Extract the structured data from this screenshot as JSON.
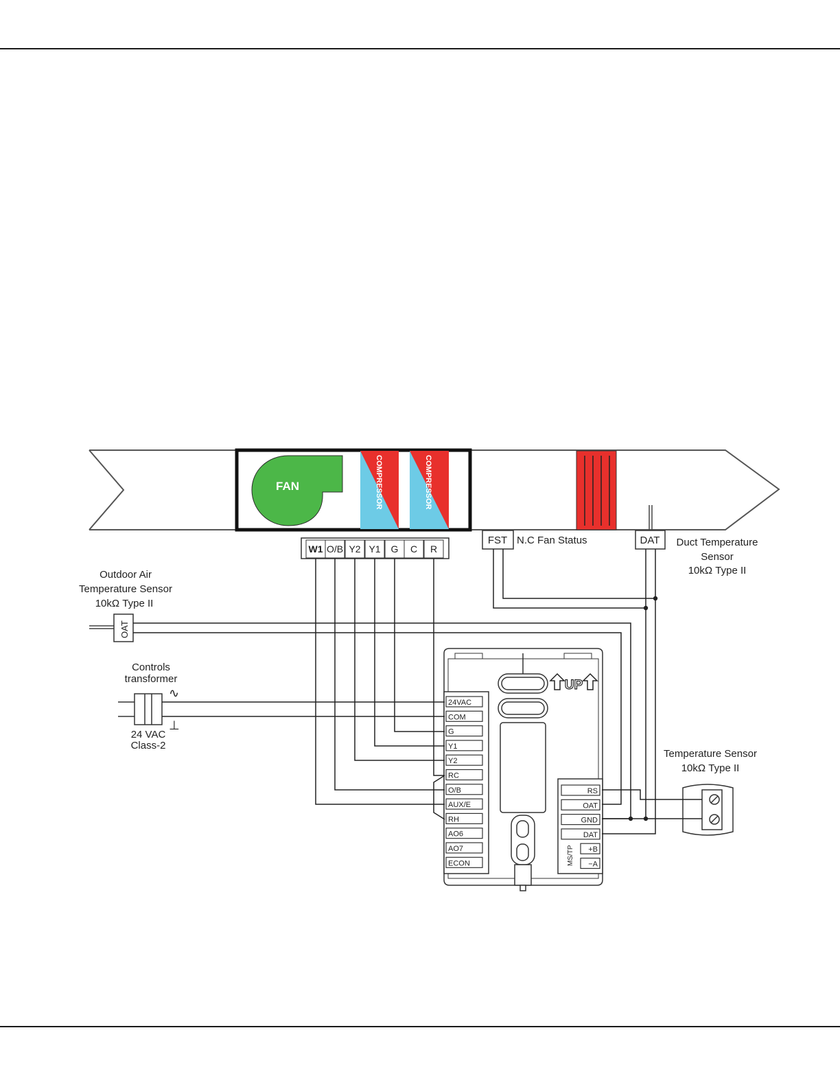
{
  "colors": {
    "fan": "#4cb748",
    "heat": "#e8302c",
    "cool": "#6dcbe6",
    "line": "#222222"
  },
  "unit": {
    "fan_label": "FAN",
    "compressor_1_label": "COMPRESSOR",
    "compressor_2_label": "COMPRESSOR",
    "terminals": [
      "W1",
      "O/B",
      "Y2",
      "Y1",
      "G",
      "C",
      "R"
    ]
  },
  "sensors": {
    "fst_tag": "FST",
    "fst_label": "N.C Fan Status",
    "dat_tag": "DAT",
    "duct_label_1": "Duct Temperature",
    "duct_label_2": "Sensor",
    "duct_label_3": "10kΩ Type II",
    "oat_tag": "OAT",
    "oat_label_1": "Outdoor Air",
    "oat_label_2": "Temperature Sensor",
    "oat_label_3": "10kΩ Type II",
    "room_label_1": "Temperature Sensor",
    "room_label_2": "10kΩ Type II"
  },
  "transformer": {
    "label_1": "Controls",
    "label_2": "transformer",
    "label_3": "24 VAC",
    "label_4": "Class-2",
    "ac_symbol": "∿",
    "ground_symbol": "⊥"
  },
  "controller": {
    "up_label": "UP",
    "left_terminals": [
      "24VAC",
      "COM",
      "G",
      "Y1",
      "Y2",
      "RC",
      "O/B",
      "AUX/E",
      "RH",
      "AO6",
      "AO7",
      "ECON"
    ],
    "right_terminals": [
      "RS",
      "OAT",
      "GND",
      "DAT",
      "+B",
      "−A"
    ],
    "bus_label": "MS/TP"
  }
}
